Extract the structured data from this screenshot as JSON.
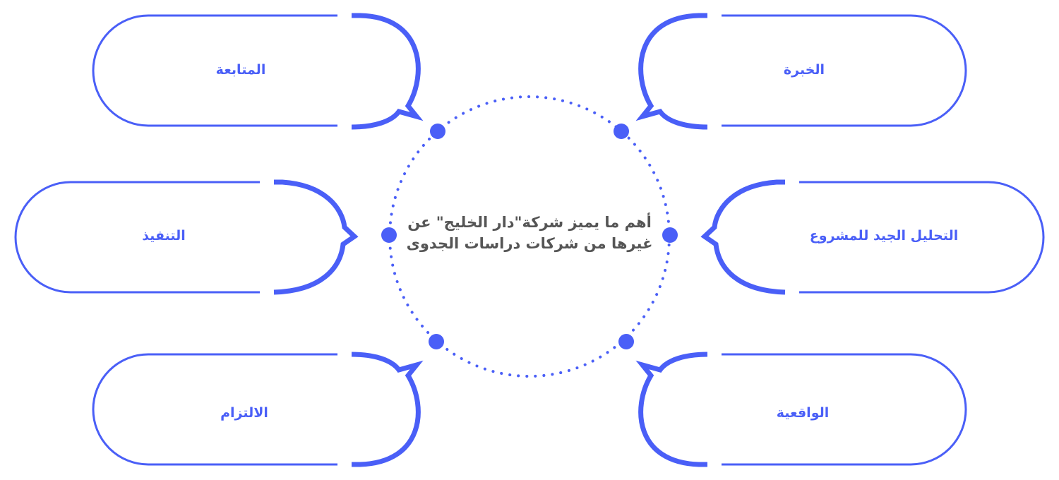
{
  "center": {
    "title": "أهم ما يميز شركة\"دار الخليج\" عن غيرها من شركات دراسات الجدوى"
  },
  "items": {
    "experience": "الخبرة",
    "followup": "المتابعة",
    "analysis": "التحليل الجيد للمشروع",
    "execution": "التنفيذ",
    "realism": "الواقعية",
    "commitment": "الالتزام"
  },
  "colors": {
    "accent": "#4a5ff7",
    "title_text": "#555555"
  }
}
